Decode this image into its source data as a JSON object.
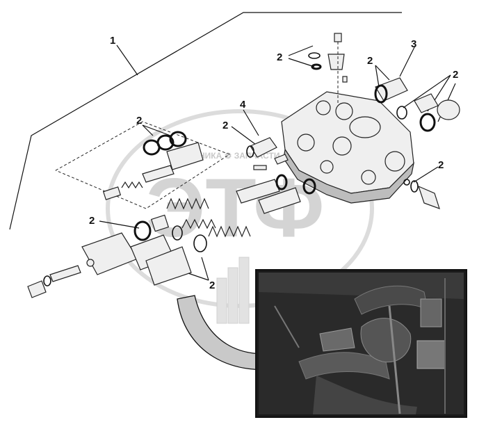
{
  "callouts": {
    "c1": "1",
    "c2_top": "2",
    "c3": "3",
    "c2_upper_right": "2",
    "c2_far_right": "2",
    "c4": "4",
    "c2_mid": "2",
    "c2_left_top": "2",
    "c2_left": "2",
    "c2_right_low": "2",
    "c2_bottom": "2"
  },
  "watermark": {
    "logo_letters": "ЭТФ",
    "strip_text": "ЕХНИКА ⚙ ЗАПЧАСТИ"
  },
  "colors": {
    "line": "#111111",
    "part_fill": "#efefef",
    "watermark": "#d4d4d4",
    "arrow_fill": "#c9c9c9"
  }
}
